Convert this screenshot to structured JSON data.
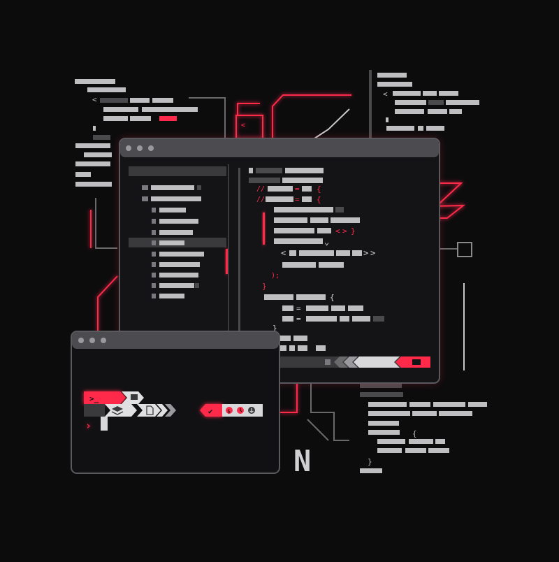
{
  "palette": {
    "background": "#0c0c0d",
    "accent": "#ff2a4a",
    "panel": "#141416",
    "frame": "#5a5a5e",
    "text_light": "#d8d8db",
    "text_dim": "#4a4a4d"
  },
  "editor_window": {
    "window_controls": [
      "close-dot",
      "minimize-dot",
      "maximize-dot"
    ],
    "code": {
      "open_brace": "{",
      "close_brace": "}",
      "close_paren_semicolon": ");",
      "equals": "=",
      "comment_mark": "//",
      "angle_open": "<",
      "angle_close": ">",
      "chevron_down": "⌄"
    }
  },
  "terminal_window": {
    "window_controls": [
      "close-dot",
      "minimize-dot",
      "maximize-dot"
    ],
    "prompt": ">_",
    "caret": "›",
    "breadcrumb_icons": [
      "folder-icon",
      "layers-icon",
      "file-icon"
    ],
    "status_icons": [
      "check-icon",
      "dollar-icon",
      "clock-icon",
      "download-icon"
    ],
    "dollar_glyph": "$",
    "check_glyph": "✔"
  },
  "logo": {
    "text": "N"
  },
  "deco_code": {
    "brace_open": "{",
    "brace_close": "}",
    "lt": "<"
  }
}
